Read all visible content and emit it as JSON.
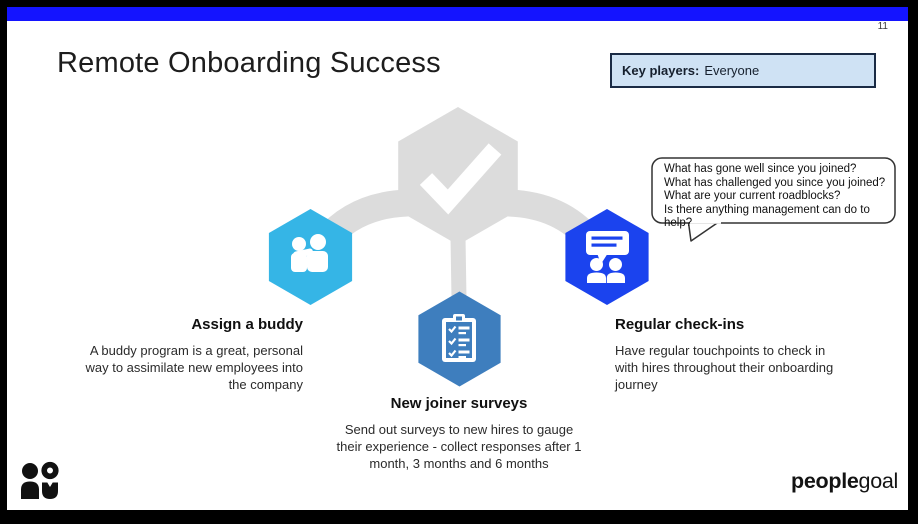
{
  "page_number": "11",
  "title": "Remote Onboarding Success",
  "key_players": {
    "label": "Key players:",
    "value": "Everyone"
  },
  "speech_bubble": {
    "lines": [
      "What has gone well since you joined?",
      "What has challenged you since you joined?",
      "What are your current roadblocks?",
      "Is there anything management can do to help?"
    ]
  },
  "columns": [
    {
      "icon": "buddy-people-icon",
      "heading": "Assign a buddy",
      "body": "A buddy program is a great, personal way to assimilate new employees into the company"
    },
    {
      "icon": "survey-clipboard-icon",
      "heading": "New joiner surveys",
      "body": "Send out surveys to new hires to gauge their experience - collect responses after 1 month, 3 months and 6 months"
    },
    {
      "icon": "checkin-meeting-icon",
      "heading": "Regular check-ins",
      "body": "Have regular touchpoints to check in with hires throughout their onboarding journey"
    }
  ],
  "logo": {
    "bold": "people",
    "light": "goal"
  },
  "colors": {
    "top_bar_blue": "#1414FF",
    "hex_cyan": "#35B5E6",
    "hex_steel_blue": "#3E7EBE",
    "hex_bright_blue": "#1B43EE",
    "connector_gray": "#DCDCDC",
    "key_players_bg": "#CFE2F4",
    "key_players_border": "#1A2B45"
  }
}
